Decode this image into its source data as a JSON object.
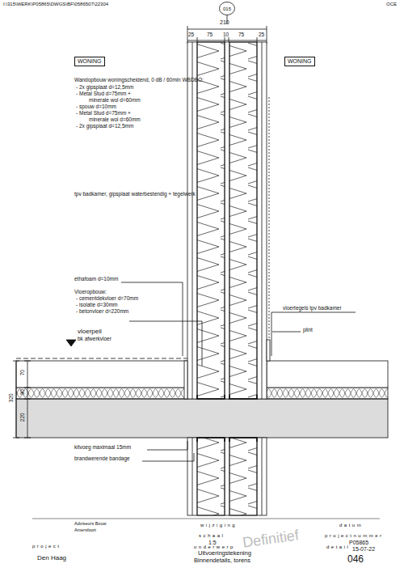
{
  "diagram": {
    "nodes": [
      {
        "text": [
          "015"
        ]
      }
    ],
    "labels": [
      "I:\\315\\WERK\\P05865\\DWGS\\BF\\0586507\\22304",
      "OCE",
      "210",
      "25",
      "75",
      "10",
      "75",
      "25",
      "WONING",
      "WONING",
      "Wandopbouw woningscheidend, 0 dB / 60min WBDBO:",
      "- 2x gipsplaat d=12,5mm",
      "- Metal Stud d=75mm +",
      "minerale wol d=60mm",
      "- spouw d=10mm",
      "- Metal Stud d=75mm +",
      "minerale wol d=60mm",
      "- 2x gipsplaat d=12,5mm",
      "tpv badkamer, gipsplaat waterbestendig + tegelwerk",
      "ethafoam d=10mm",
      "Vloeropbouw:",
      "- cementdekvloer d=70mm",
      "- isolatie d=30mm",
      "- betonvloer d=220mm",
      "vloerpeil",
      "bk afwerkvloer",
      "vloertegels tpv badkamer",
      "plint",
      "70",
      "30",
      "220",
      "320",
      "kitvoeg maximaal 15mm",
      "brandwerende bandage",
      "Adviseurs Bouw",
      "Amersfoort",
      "wijziging",
      "datum",
      "schaal",
      "1:5",
      "projectnummer",
      "P05865",
      "onderwerp",
      "Uitvoeringstekening",
      "Binnendetails, torens",
      "detail",
      "15-07-22",
      "046",
      "project",
      "Den Haag",
      "Definitief"
    ]
  }
}
